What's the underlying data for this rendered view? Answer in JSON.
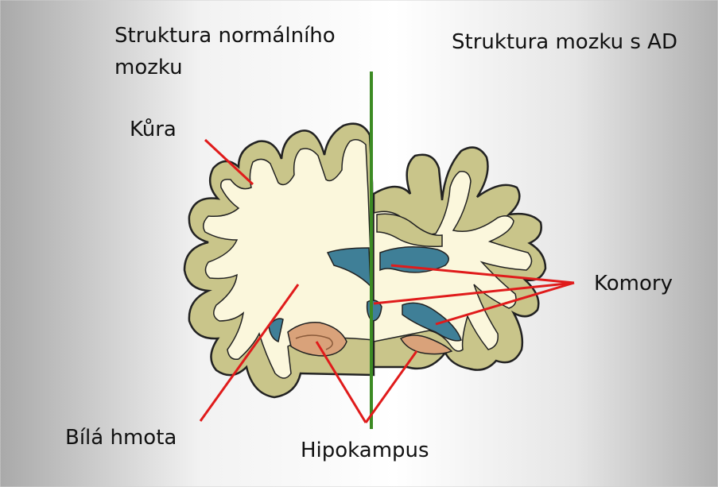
{
  "titles": {
    "normal_line1": "Struktura normálního",
    "normal_line2": "mozku",
    "ad": "Struktura mozku s AD"
  },
  "labels": {
    "kura": "Kůra",
    "komory": "Komory",
    "bila_hmota": "Bílá hmota",
    "hipokampus": "Hipokampus"
  },
  "colors": {
    "cortex": "#c9c58a",
    "white_matter": "#fbf7dc",
    "ventricle": "#3f7f97",
    "hippocampus": "#d9a27a",
    "divider": "#3c8a23",
    "pointer": "#e01b1b"
  }
}
